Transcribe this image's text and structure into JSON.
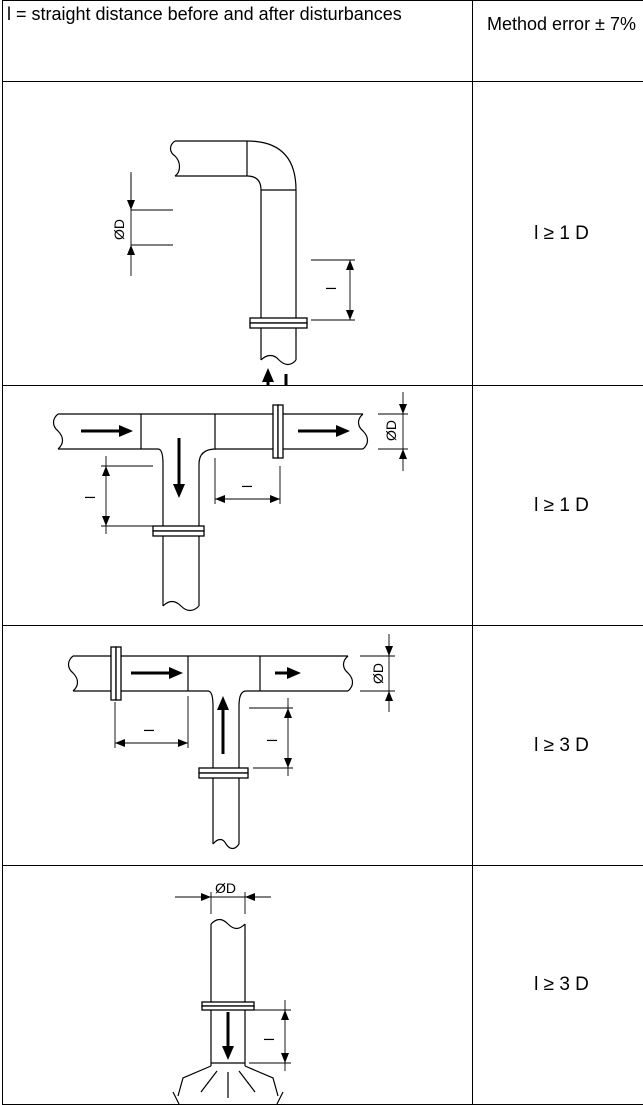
{
  "header": {
    "left": "l = straight distance before and after disturbances",
    "right": "Method error ± 7%"
  },
  "rows": [
    {
      "value": "l ≥ 1 D",
      "labels": {
        "dia": "ØD",
        "len": "l"
      }
    },
    {
      "value": "l ≥ 1 D",
      "labels": {
        "dia": "ØD",
        "len_vertical": "l",
        "len_horizontal": "l"
      }
    },
    {
      "value": "l ≥ 3 D",
      "labels": {
        "dia": "ØD",
        "len_horizontal": "l",
        "len_vertical": "l"
      }
    },
    {
      "value": "l ≥ 3 D",
      "labels": {
        "dia": "ØD",
        "len": "l"
      }
    }
  ]
}
